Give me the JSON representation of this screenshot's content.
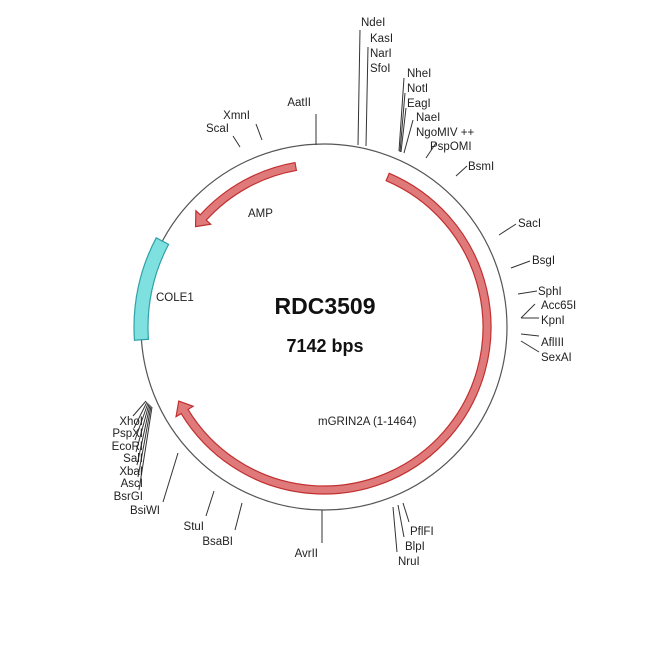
{
  "plasmid": {
    "name": "RDC3509",
    "size_label": "7142 bps"
  },
  "features": [
    {
      "name": "AMP",
      "color": "#e07a7a",
      "stroke": "#c03030",
      "start_deg": -10,
      "end_deg": -52,
      "arrow": true
    },
    {
      "name": "mGRIN2A (1-1464)",
      "color": "#e07a7a",
      "stroke": "#c03030",
      "start_deg": 23,
      "end_deg": 243,
      "arrow": true
    },
    {
      "name": "COLE1",
      "color": "#7fe0e0",
      "stroke": "#30a0a8",
      "start_deg": 266,
      "end_deg": 298,
      "arrow": false
    }
  ],
  "sites": [
    "NdeI",
    "KasI",
    "NarI",
    "SfoI",
    "NheI",
    "NotI",
    "EagI",
    "NaeI",
    "NgoMIV ++",
    "PspOMI",
    "BsmI",
    "SacI",
    "BsgI",
    "SphI",
    "Acc65I",
    "KpnI",
    "AflIII",
    "SexAI",
    "PflFI",
    "BlpI",
    "NruI",
    "AvrII",
    "BsaBI",
    "StuI",
    "BsiWI",
    "BsrGI",
    "AscI",
    "XbaI",
    "SalI",
    "EcoRI",
    "PspXI",
    "XhoI",
    "ScaI",
    "XmnI",
    "AatII"
  ]
}
